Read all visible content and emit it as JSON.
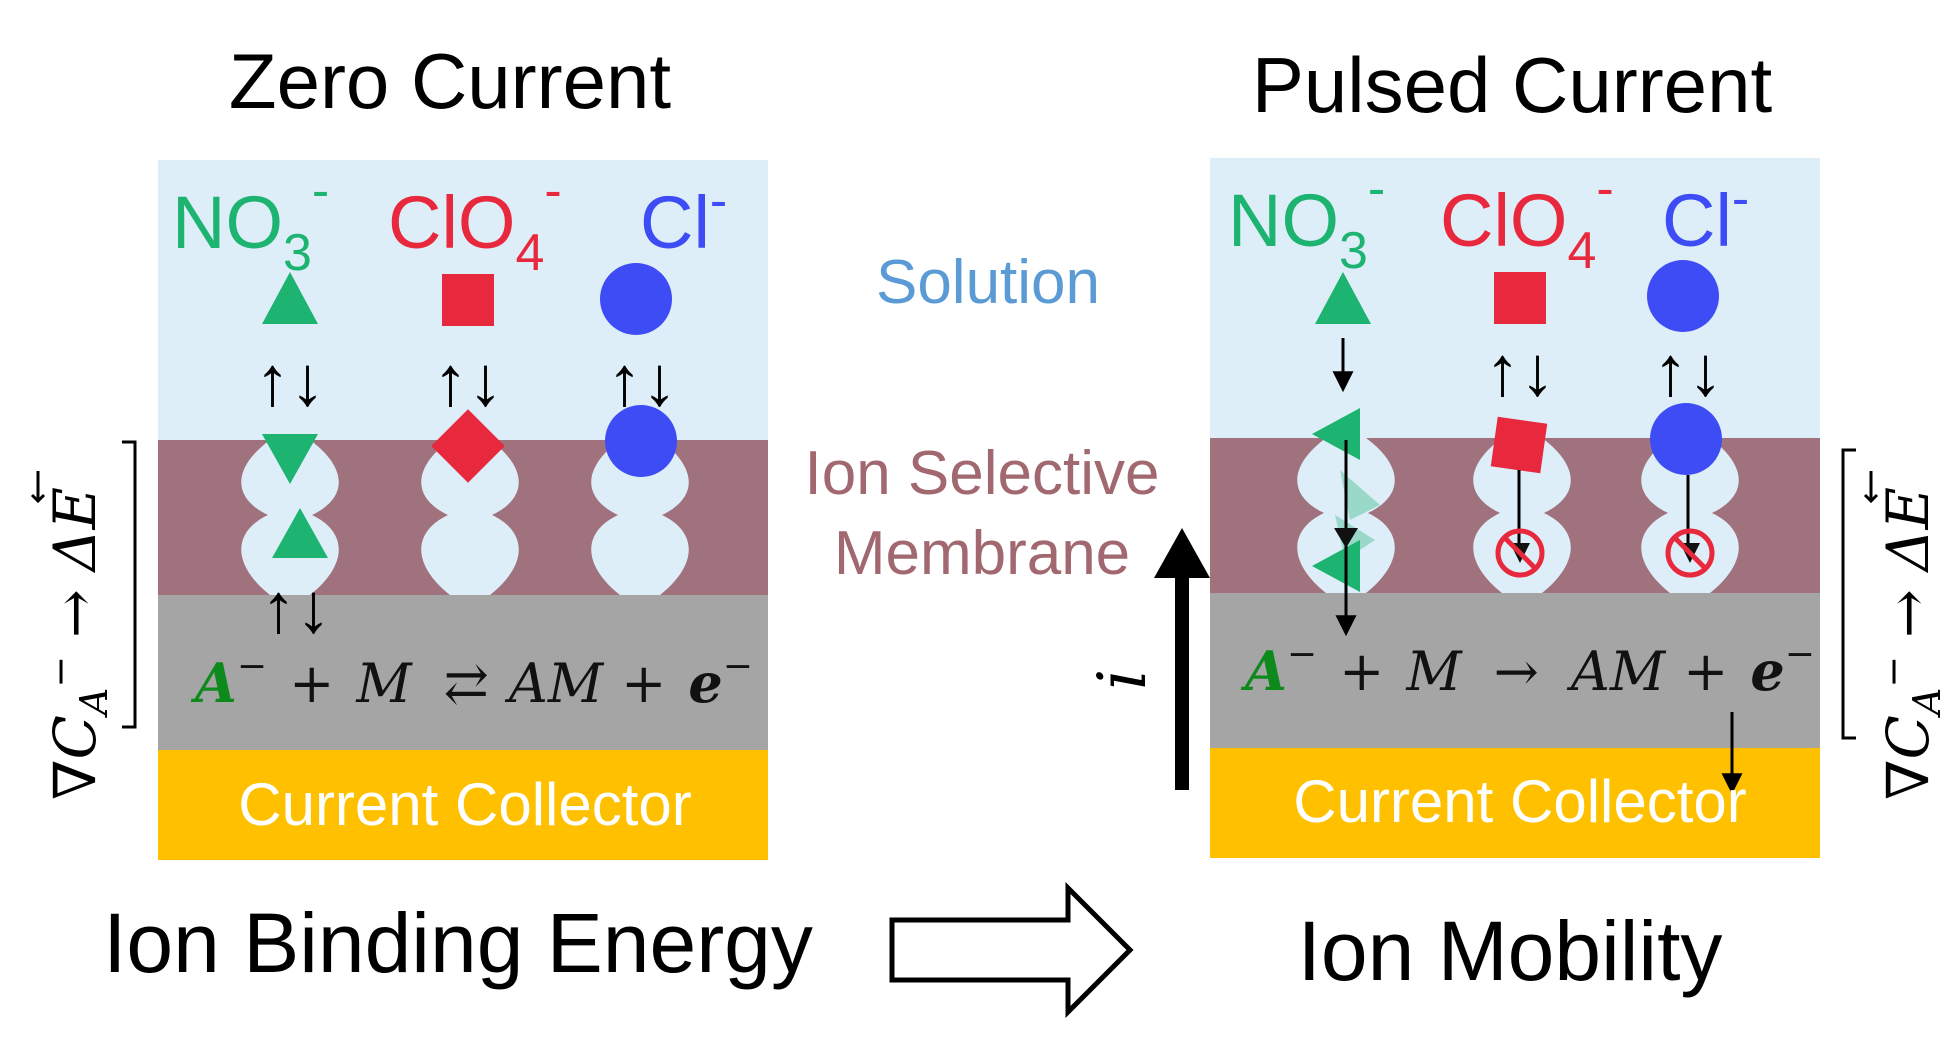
{
  "left_panel": {
    "title": "Zero Current",
    "ions": [
      {
        "base": "NO",
        "sub": "3",
        "sup": "-",
        "color": "#1db370",
        "shape": "triangle"
      },
      {
        "base": "ClO",
        "sub": "4",
        "sup": "-",
        "color": "#e8283c",
        "shape": "square"
      },
      {
        "base": "Cl",
        "sub": "",
        "sup": "-",
        "color": "#3d4cf5",
        "shape": "circle"
      }
    ],
    "equilibrium_arrow": "↑↓",
    "reaction": {
      "a": "A",
      "a_sup": "−",
      "plus1": "+",
      "m": "M",
      "arrow": "⇄",
      "am": "AM",
      "plus2": "+",
      "e": "e",
      "e_sup": "−"
    },
    "collector": "Current Collector",
    "side_label": {
      "grad": "∇C",
      "grad_sub": "A",
      "grad_sup": "−",
      "arrow": "→",
      "field": "ΔE"
    }
  },
  "right_panel": {
    "title": "Pulsed Current",
    "ions": [
      {
        "base": "NO",
        "sub": "3",
        "sup": "-",
        "color": "#1db370",
        "shape": "triangle"
      },
      {
        "base": "ClO",
        "sub": "4",
        "sup": "-",
        "color": "#e8283c",
        "shape": "square"
      },
      {
        "base": "Cl",
        "sub": "",
        "sup": "-",
        "color": "#3d4cf5",
        "shape": "circle"
      }
    ],
    "equilibrium_arrow": "↑↓",
    "reaction": {
      "a": "A",
      "a_sup": "−",
      "plus1": "+",
      "m": "M",
      "arrow": "→",
      "am": "AM",
      "plus2": "+",
      "e": "e",
      "e_sup": "−"
    },
    "collector": "Current Collector",
    "side_label": {
      "grad": "∇C",
      "grad_sub": "A",
      "grad_sup": "−",
      "arrow": "→",
      "field": "ΔE"
    }
  },
  "center": {
    "solution_label": "Solution",
    "membrane_label_1": "Ion Selective",
    "membrane_label_2": "Membrane",
    "current_label": "i"
  },
  "bottom": {
    "left_text": "Ion Binding Energy",
    "right_text": "Ion Mobility"
  },
  "colors": {
    "solution": "#deeef9",
    "membrane": "#a0727d",
    "electrode": "#a5a5a5",
    "collector": "#ffc000",
    "solution_text": "#5b9bd5",
    "membrane_text": "#a26870",
    "nitrate": "#1db370",
    "perchlorate": "#e8283c",
    "chloride": "#3d4cf5"
  }
}
